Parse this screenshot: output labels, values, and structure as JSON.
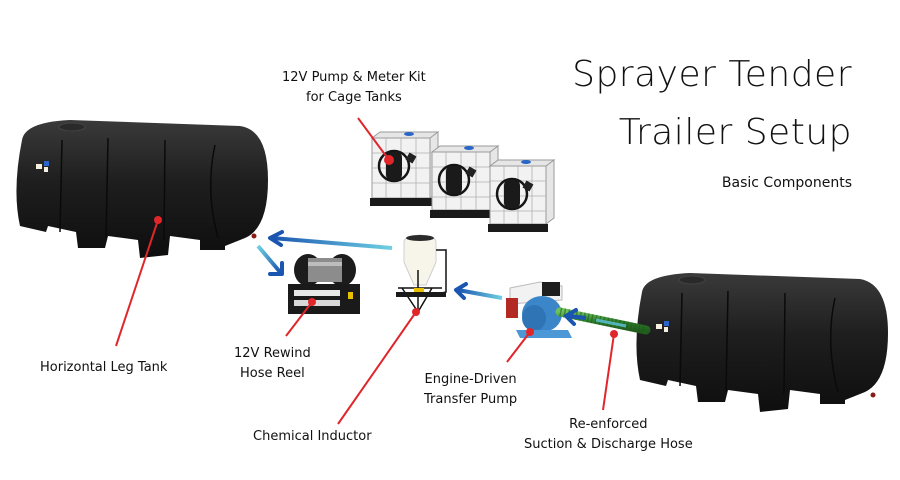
{
  "header": {
    "title_line1": "Sprayer Tender",
    "title_line2": "Trailer Setup",
    "subtitle": "Basic Components"
  },
  "components": [
    {
      "id": "leg-tank",
      "label_lines": [
        "Horizontal Leg Tank"
      ],
      "icon": "horizontal-leg-tank-icon"
    },
    {
      "id": "cage-pump",
      "label_lines": [
        "12V Pump & Meter Kit",
        "for Cage Tanks"
      ],
      "icon": "ibc-cage-tank-icon"
    },
    {
      "id": "hose-reel",
      "label_lines": [
        "12V Rewind",
        "Hose Reel"
      ],
      "icon": "hose-reel-icon"
    },
    {
      "id": "inductor",
      "label_lines": [
        "Chemical Inductor"
      ],
      "icon": "chemical-inductor-icon"
    },
    {
      "id": "transfer-pump",
      "label_lines": [
        "Engine-Driven",
        "Transfer Pump"
      ],
      "icon": "engine-pump-icon"
    },
    {
      "id": "hose",
      "label_lines": [
        "Re-enforced",
        "Suction & Discharge Hose"
      ],
      "icon": "suction-hose-icon"
    }
  ],
  "colors": {
    "leader_line": "#e0262b",
    "arrow_dark": "#1d5fb5",
    "arrow_light": "#5cc6dc",
    "tank_black": "#1c1c1c",
    "pump_blue": "#3a86c8",
    "hose_green": "#3f8f3a"
  }
}
